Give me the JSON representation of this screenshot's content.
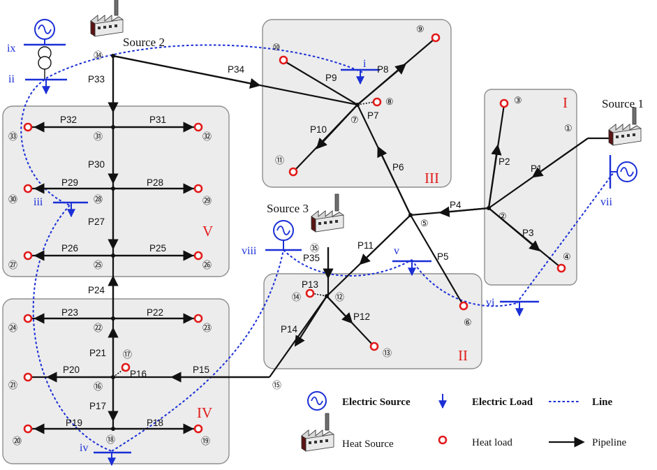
{
  "sources": {
    "s1": "Source 1",
    "s2": "Source 2",
    "s3": "Source 3"
  },
  "regions": {
    "I": "I",
    "II": "II",
    "III": "III",
    "IV": "IV",
    "V": "V"
  },
  "pipes": {
    "p1": "P1",
    "p2": "P2",
    "p3": "P3",
    "p4": "P4",
    "p5": "P5",
    "p6": "P6",
    "p7": "P7",
    "p8": "P8",
    "p9": "P9",
    "p10": "P10",
    "p11": "P11",
    "p12": "P12",
    "p13": "P13",
    "p14": "P14",
    "p15": "P15",
    "p16": "P16",
    "p17": "P17",
    "p18": "P18",
    "p19": "P19",
    "p20": "P20",
    "p21": "P21",
    "p22": "P22",
    "p23": "P23",
    "p24": "P24",
    "p25": "P25",
    "p26": "P26",
    "p27": "P27",
    "p28": "P28",
    "p29": "P29",
    "p30": "P30",
    "p31": "P31",
    "p32": "P32",
    "p33": "P33",
    "p34": "P34",
    "p35": "P35"
  },
  "nodes": {
    "n1": "①",
    "n2": "②",
    "n3": "③",
    "n4": "④",
    "n5": "⑤",
    "n6": "⑥",
    "n7": "⑦",
    "n8": "⑧",
    "n9": "⑨",
    "n10": "⑩",
    "n11": "⑪",
    "n12": "⑫",
    "n13": "⑬",
    "n14": "⑭",
    "n15": "⑮",
    "n16": "⑯",
    "n17": "⑰",
    "n18": "⑱",
    "n19": "⑲",
    "n20": "⑳",
    "n21": "㉑",
    "n22": "㉒",
    "n23": "㉓",
    "n24": "㉔",
    "n25": "㉕",
    "n26": "㉖",
    "n27": "㉗",
    "n28": "㉘",
    "n29": "㉙",
    "n30": "㉚",
    "n31": "㉛",
    "n32": "㉜",
    "n33": "㉝",
    "n34": "㉞",
    "n35": "㉟"
  },
  "buses": {
    "i": "i",
    "ii": "ii",
    "iii": "iii",
    "iv": "iv",
    "v": "v",
    "vi": "vi",
    "vii": "vii",
    "viii": "viii",
    "ix": "ix"
  },
  "legend": {
    "electric_source": "Electric Source",
    "electric_load": "Electric Load",
    "line": "Line",
    "heat_source": "Heat Source",
    "heat_load": "Heat load",
    "pipeline": "Pipeline"
  },
  "colors": {
    "pipe": "#111111",
    "line": "#1a2fd6",
    "region_label": "#e21b1b",
    "heat_load": "#e21b1b"
  }
}
